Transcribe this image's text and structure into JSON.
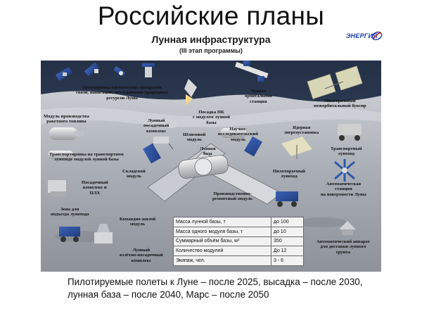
{
  "header": {
    "title": "Российские планы",
    "subtitle": "Лунная инфраструктура",
    "stage": "(III этап программы)",
    "logo_text": "ЭНЕРГИЯ",
    "brand_color": "#1d3fa8",
    "logo_accent": "#d3262e"
  },
  "labels": {
    "satellites": "Группировка космических аппаратов\nсвязи, навигации, исследования природных\nресурсов Луны",
    "orbital_station": "Лунная\nорбитальная\nстанция",
    "tug": "Многоразовый\nмежорбитальный буксир",
    "fuel_module": "Модуль производства\nракетного топлива",
    "landing_complex": "Лунный\nпосадочный\nкомплекс",
    "landing_pk": "Посадка ПК\nс модулем лунной\nбазы",
    "airlock": "Шлюзовой\nмодуль",
    "research_module": "Научно-\nисследовательский\nмодуль",
    "lunar_base": "Лунная\nбаза",
    "nuclear_power": "Ядерная\nэнергоустановка",
    "transport_rover": "Транспортный\nлуноход",
    "module_transport": "Транспортировка на транспортном\nлуноходе модулей лунной базы",
    "warehouse": "Складской\nмодуль",
    "crewed_rover": "Пилотируемый\nлуноход",
    "auto_station": "Автоматическая\nстанция\nна поверхности Луны",
    "lander_pld": "Посадочный\nкомплекс и\nПЛХ",
    "production_module": "Производственно-\nремонтный модуль",
    "rover_zone": "Зона для\nподъезда лунохода",
    "command_module": "Командно-жилой\nмодуль",
    "ascent_complex": "Лунный\nвзлётно-посадочный\nкомплекс",
    "auto_return": "Автоматический аппарат\nдля доставки лунного\nгрунта"
  },
  "table": [
    {
      "param": "Масса лунной базы, т",
      "value": "до 100"
    },
    {
      "param": "Масса одного модуля базы, т",
      "value": "до 10"
    },
    {
      "param": "Суммарный объём базы, м³",
      "value": "350"
    },
    {
      "param": "Количество модулей",
      "value": "До 12"
    },
    {
      "param": "Экипаж, чел.",
      "value": "3 - 6"
    }
  ],
  "caption": {
    "line1": "Пилотируемые полеты к Луне – после 2025, высадка – после 2030,",
    "line2": "лунная база – после 2040, Марс – после 2050"
  },
  "colors": {
    "sky": "#2a3448",
    "surface": "#b9bcc3",
    "solar_panel": "#2d4f9a",
    "module": "#d9d9d9",
    "flame": "#f5d78a"
  }
}
